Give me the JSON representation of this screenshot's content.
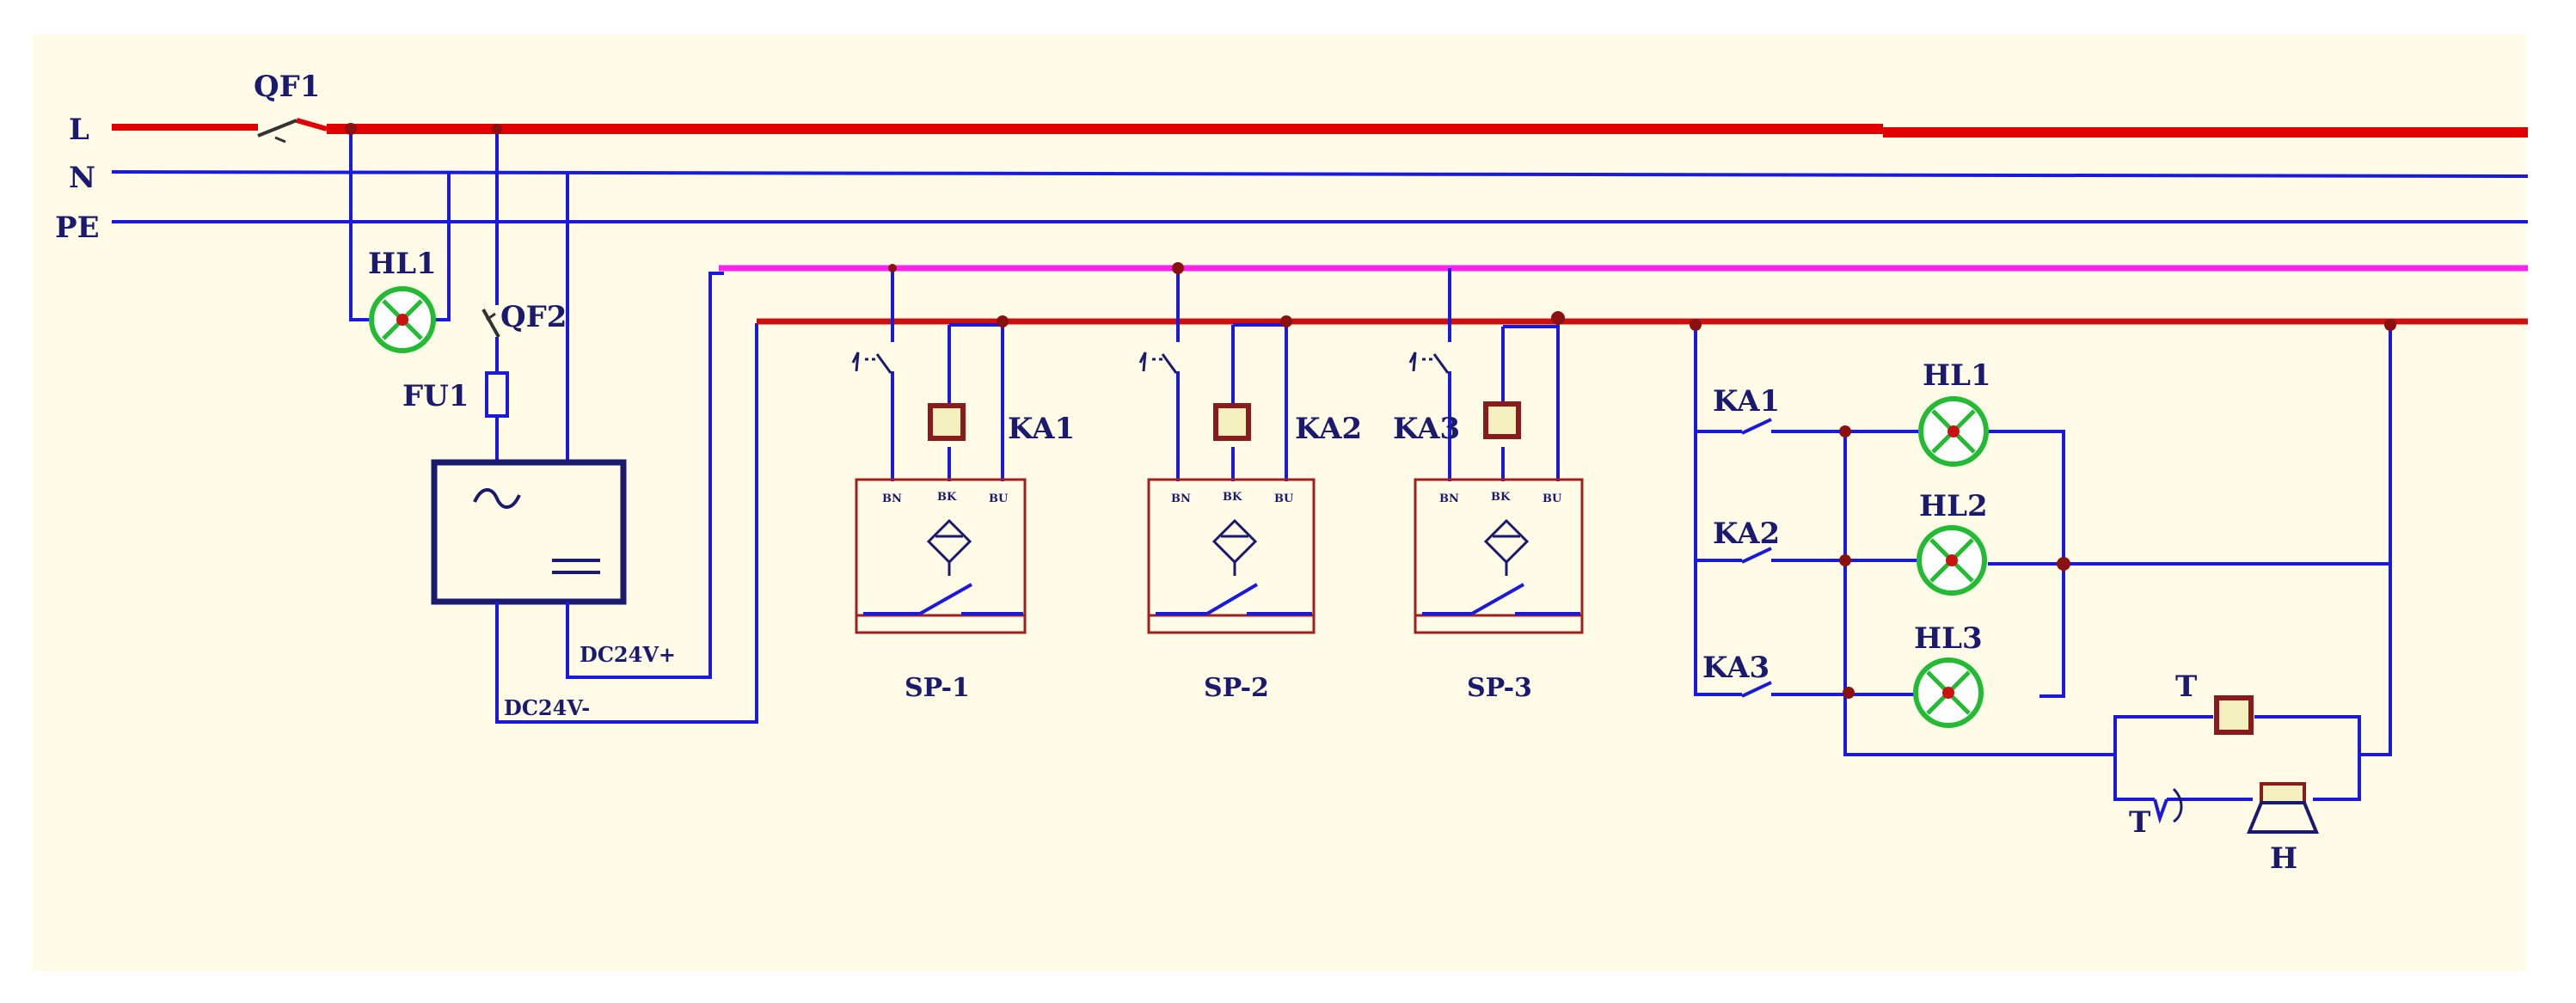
{
  "diagram": {
    "background": "#fffbe6",
    "colors": {
      "wire": "#1a1adc",
      "live": "#e00000",
      "dc_plus": "#ff22ee",
      "dc_minus": "#cc1010",
      "lamp_ring": "#22bb33",
      "coil": "#8b1a1a",
      "sensor_box": "#a02020",
      "label": "#1a1a6e"
    },
    "rails": {
      "l": "L",
      "n": "N",
      "pe": "PE"
    },
    "breakers": {
      "qf1": "QF1",
      "qf2": "QF2"
    },
    "fuse": "FU1",
    "power_lamp": "HL1",
    "psu": {
      "dc_plus": "DC24V+",
      "dc_minus": "DC24V-"
    },
    "sensors": [
      {
        "name": "SP-1",
        "relay": "KA1",
        "terminals": [
          "BN",
          "BK",
          "BU"
        ]
      },
      {
        "name": "SP-2",
        "relay": "KA2",
        "terminals": [
          "BN",
          "BK",
          "BU"
        ]
      },
      {
        "name": "SP-3",
        "relay": "KA3",
        "terminals": [
          "BN",
          "BK",
          "BU"
        ]
      }
    ],
    "contacts": [
      "KA1",
      "KA2",
      "KA3"
    ],
    "lamps": [
      "HL1",
      "HL2",
      "HL3"
    ],
    "timer": {
      "coil": "T",
      "contact": "T"
    },
    "horn": "H"
  }
}
